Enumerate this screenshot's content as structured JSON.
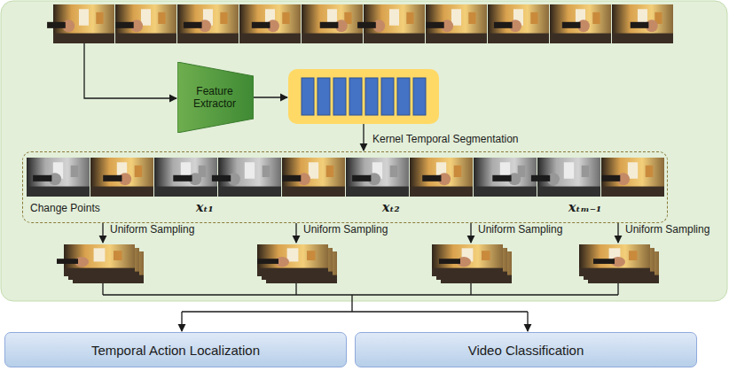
{
  "diagram": {
    "nodes": [
      {
        "text": [
          "Feature Extractor"
        ]
      },
      {
        "text": [
          "Change Points",
          "xₜ₁",
          "xₜ₂",
          "xₜₘ₋₁"
        ]
      },
      {
        "text": [
          "Temporal Action Localization"
        ]
      },
      {
        "text": [
          "Video Classification"
        ]
      }
    ],
    "labels": [
      "Kernel Temporal Segmentation",
      "Uniform Sampling",
      "Uniform Sampling",
      "Uniform Sampling",
      "Uniform Sampling"
    ]
  }
}
